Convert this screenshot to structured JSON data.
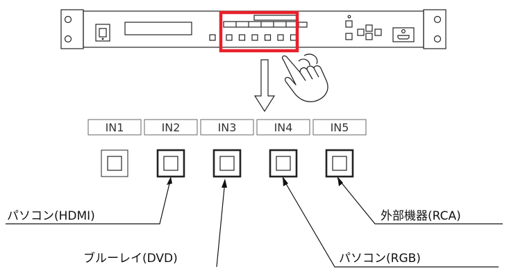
{
  "device": {
    "name": "rack-mount-switcher",
    "highlight_color": "#e8202a"
  },
  "inputs": [
    {
      "label": "IN1",
      "active": false
    },
    {
      "label": "IN2",
      "active": true
    },
    {
      "label": "IN3",
      "active": true
    },
    {
      "label": "IN4",
      "active": true
    },
    {
      "label": "IN5",
      "active": true
    }
  ],
  "callouts": {
    "in2": "パソコン(HDMI)",
    "in3": "ブルーレイ(DVD)",
    "in4": "パソコン(RGB)",
    "in5": "外部機器(RCA)"
  },
  "icons": [
    "hand-pointer-icon",
    "down-arrow-icon",
    "power-switch-icon",
    "hdmi-port-icon"
  ]
}
